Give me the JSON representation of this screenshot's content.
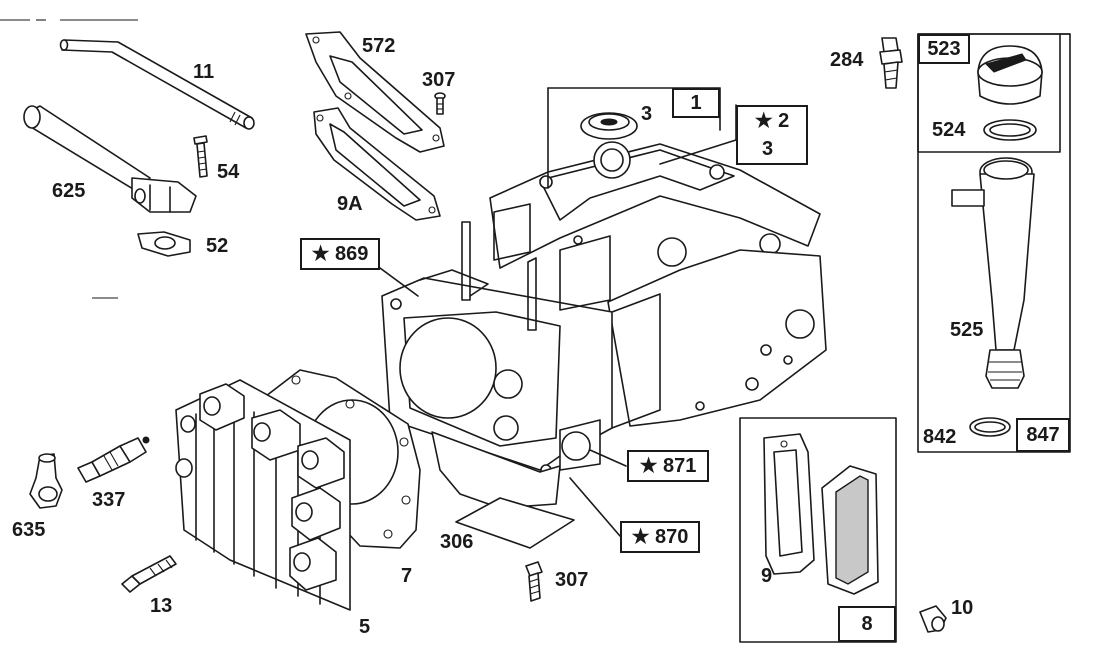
{
  "callouts": {
    "p11": "11",
    "p625": "625",
    "p54": "54",
    "p52": "52",
    "p572": "572",
    "p307_top": "307",
    "p9a": "9A",
    "p869": "★ 869",
    "p635": "635",
    "p337": "337",
    "p13": "13",
    "p7": "7",
    "p5": "5",
    "p306": "306",
    "p307_bottom": "307",
    "p1": "1",
    "p3_seal": "3",
    "p2": "★ 2",
    "p3_box": "3",
    "p871": "★ 871",
    "p870": "★ 870",
    "p284": "284",
    "p523": "523",
    "p524": "524",
    "p525": "525",
    "p842": "842",
    "p847": "847",
    "p9": "9",
    "p8": "8",
    "p10": "10"
  }
}
